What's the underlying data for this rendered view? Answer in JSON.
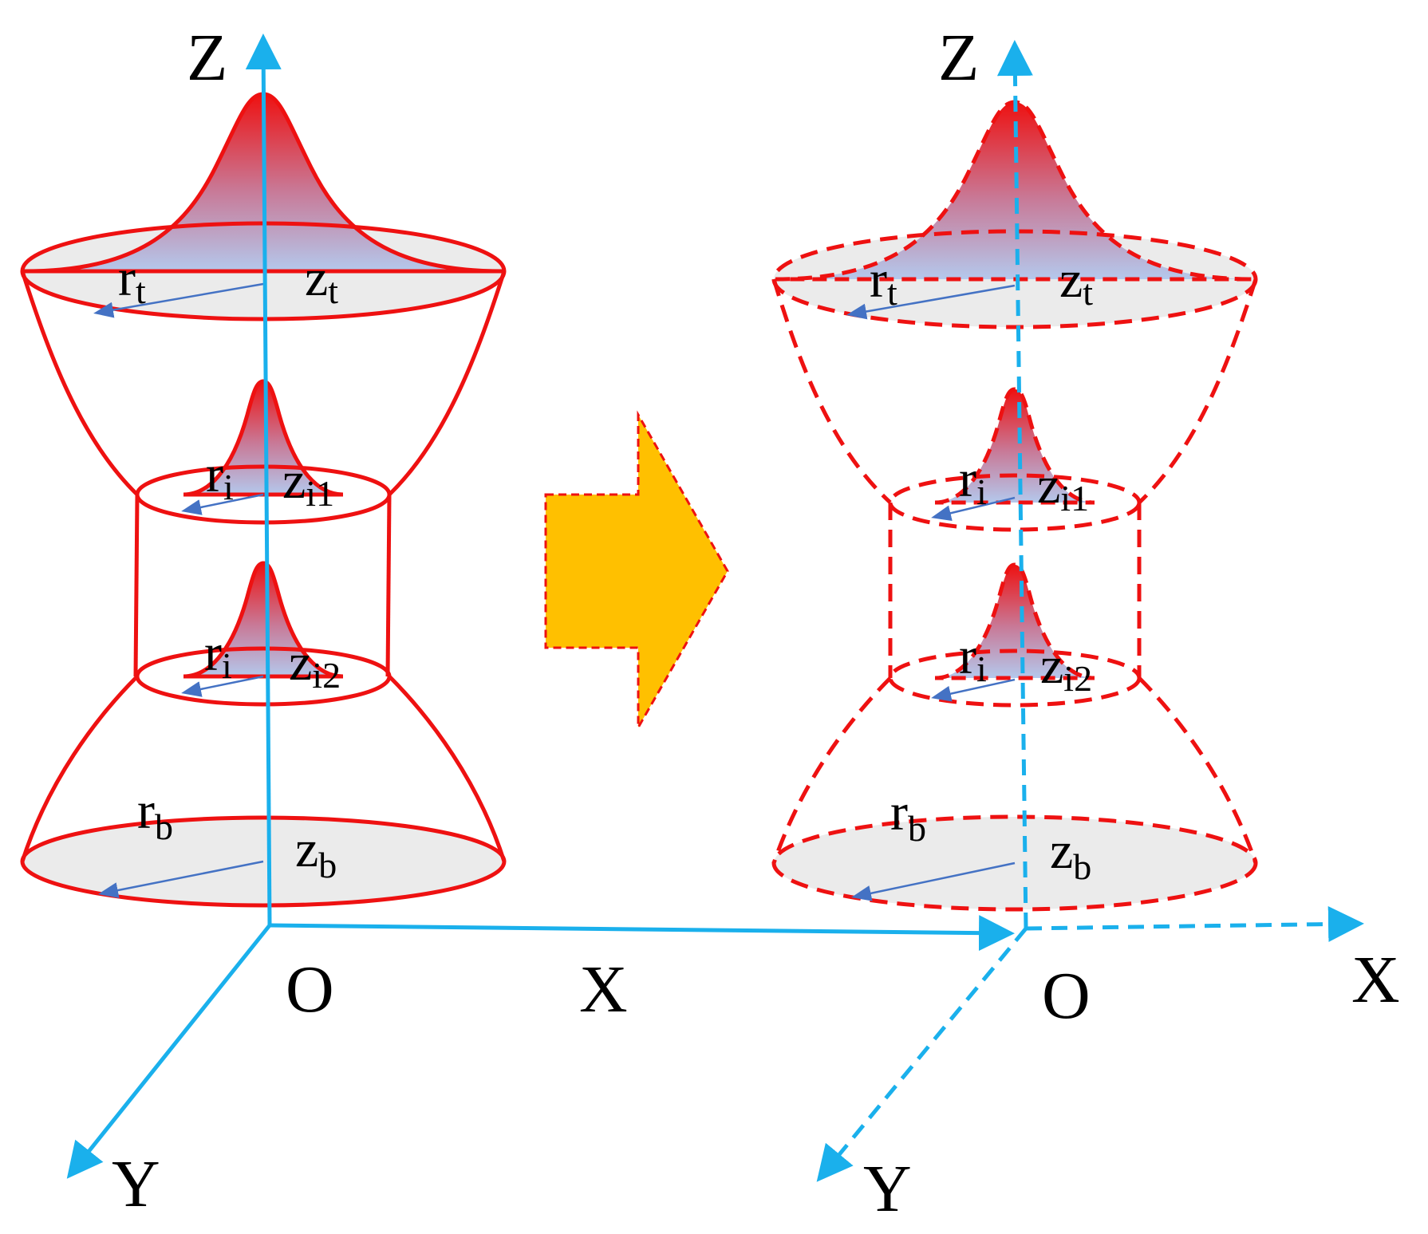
{
  "colors": {
    "axis": "#1ab0ec",
    "outline": "#ee1111",
    "gaussian_top": "#ee1111",
    "gaussian_bottom": "#b4c8ec",
    "plane_fill": "#ebebeb",
    "radius_arrow": "#4472c4",
    "transform_arrow": "#ffc000"
  },
  "left_figure": {
    "style": "solid",
    "axes": {
      "z": "Z",
      "x": "X",
      "y": "Y",
      "origin": "O"
    },
    "top": {
      "r": "r",
      "r_sub": "t",
      "z": "z",
      "z_sub": "t"
    },
    "mid1": {
      "r": "r",
      "r_sub": "i",
      "z": "z",
      "z_sub": "i1"
    },
    "mid2": {
      "r": "r",
      "r_sub": "i",
      "z": "z",
      "z_sub": "i2"
    },
    "bottom": {
      "r": "r",
      "r_sub": "b",
      "z": "z",
      "z_sub": "b"
    }
  },
  "right_figure": {
    "style": "dashed",
    "axes": {
      "z": "Z",
      "x": "X",
      "y": "Y",
      "origin": "O"
    },
    "top": {
      "r": "r",
      "r_sub": "t",
      "z": "z",
      "z_sub": "t"
    },
    "mid1": {
      "r": "r",
      "r_sub": "i",
      "z": "z",
      "z_sub": "i1"
    },
    "mid2": {
      "r": "r",
      "r_sub": "i",
      "z": "z",
      "z_sub": "i2"
    },
    "bottom": {
      "r": "r",
      "r_sub": "b",
      "z": "z",
      "z_sub": "b"
    }
  },
  "transform_arrow_icon": "right-arrow-icon"
}
